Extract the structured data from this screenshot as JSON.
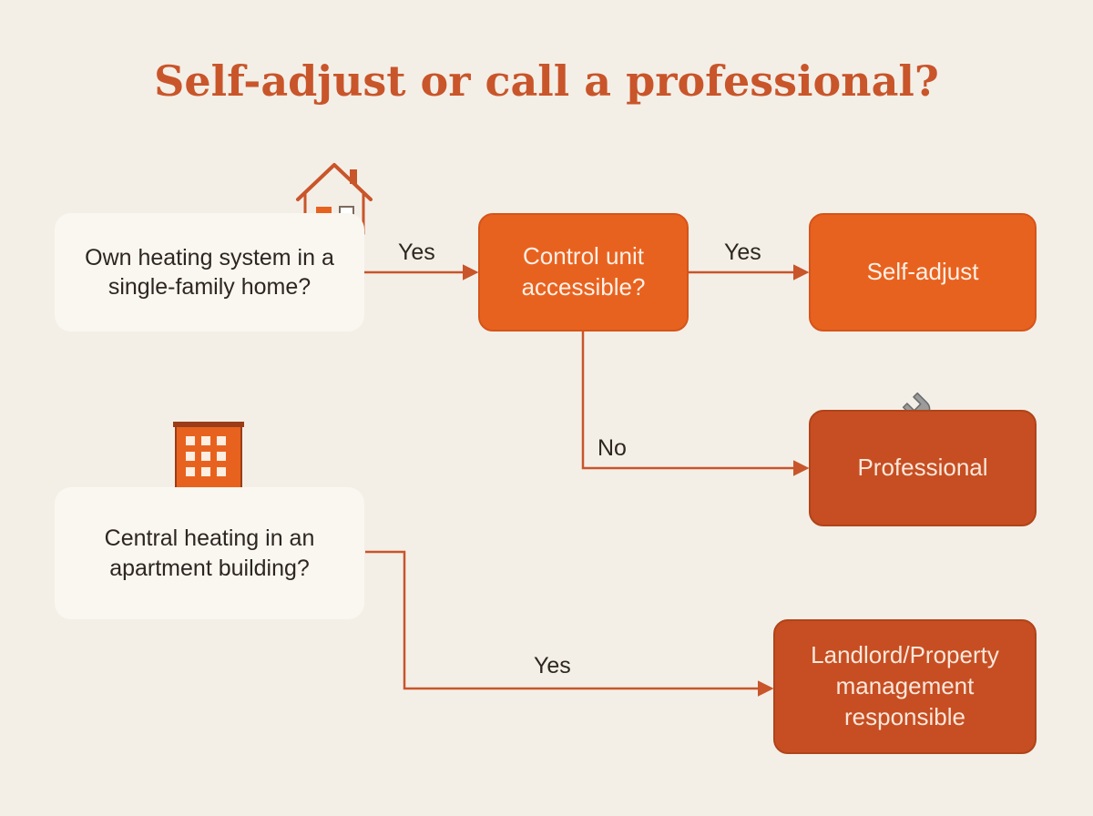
{
  "title": "Self-adjust or call a professional?",
  "nodes": {
    "own_system": "Own heating system in a single-family home?",
    "control_unit": "Control unit accessible?",
    "self_adjust": "Self-adjust",
    "professional": "Professional",
    "central_heating": "Central heating in an apartment building?",
    "landlord": "Landlord/Property management responsible"
  },
  "edges": {
    "own_to_control": "Yes",
    "control_to_self": "Yes",
    "control_to_professional": "No",
    "central_to_landlord": "Yes"
  },
  "icons": {
    "house": "house-icon",
    "building": "apartment-building-icon",
    "wrench": "wrench-icon"
  },
  "colors": {
    "background": "#f3efe7",
    "title": "#c9552a",
    "step": "#e8621f",
    "outcome_dark": "#c64e22",
    "connector": "#c9552a"
  }
}
